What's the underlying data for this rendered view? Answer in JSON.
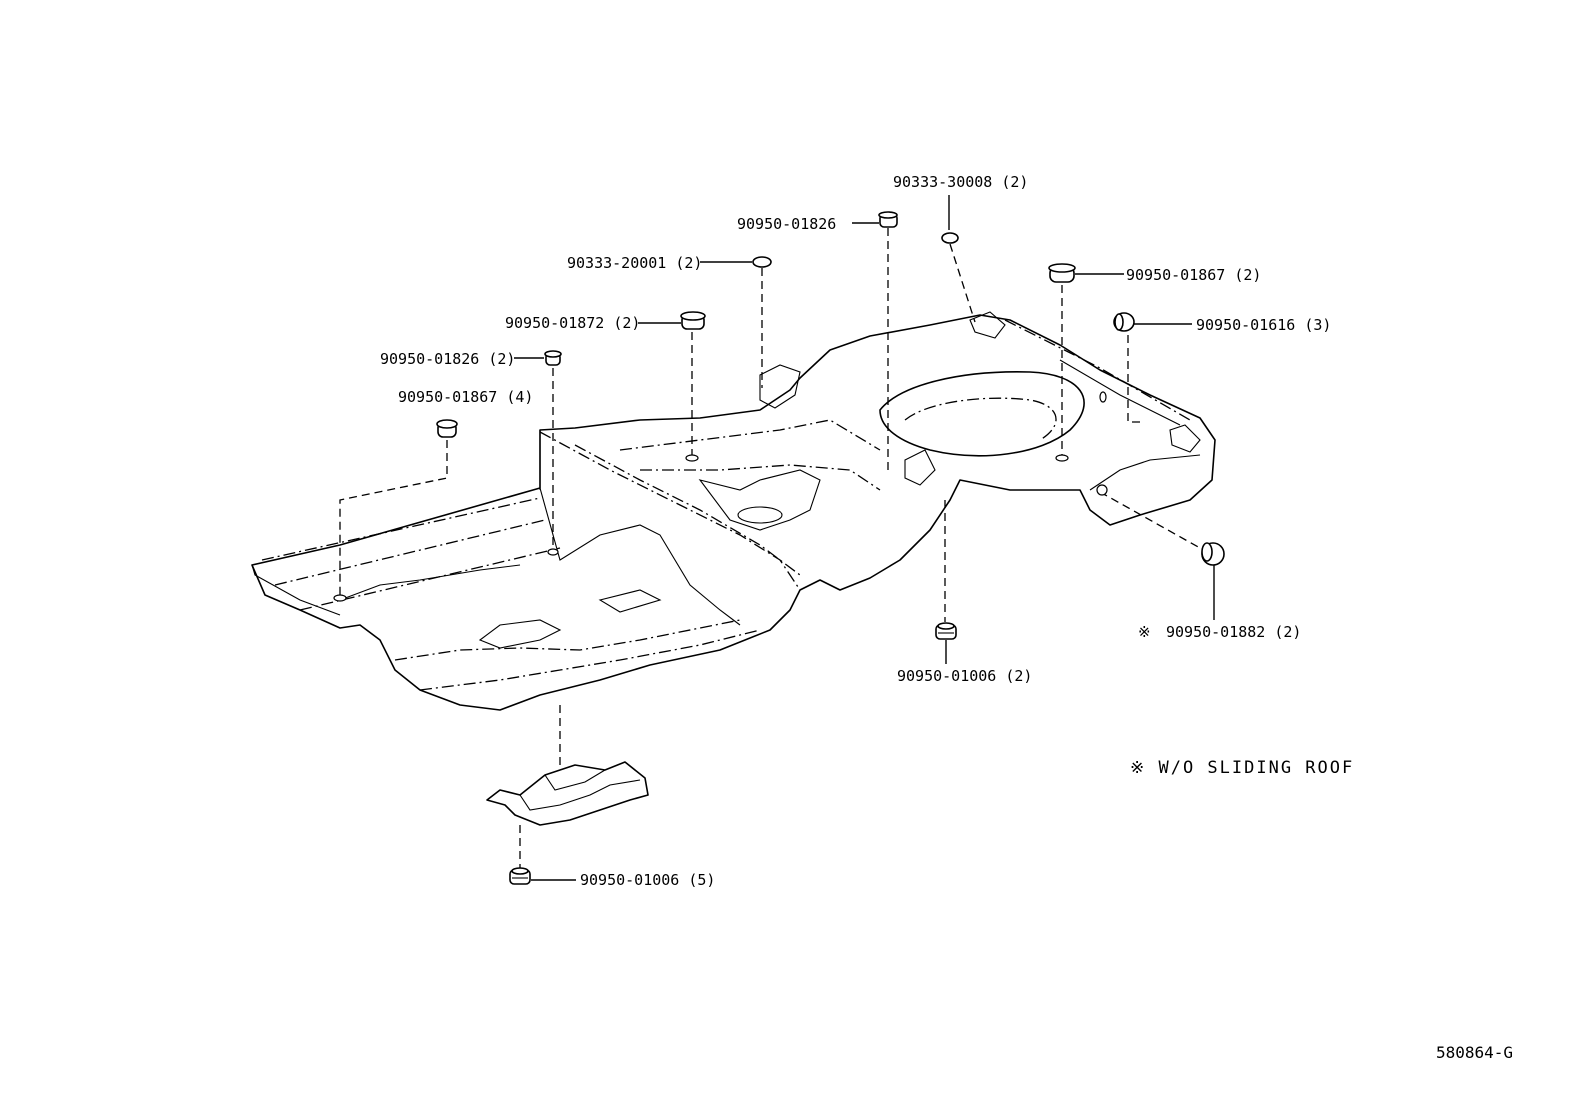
{
  "labels": {
    "p1": "90333-30008 (2)",
    "p2": "90950-01826",
    "p3": "90333-20001 (2)",
    "p4": "90950-01867 (2)",
    "p5": "90950-01616 (3)",
    "p6": "90950-01872 (2)",
    "p7": "90950-01826 (2)",
    "p8": "90950-01867 (4)",
    "p9": "90950-01882 (2)",
    "p10": "90950-01006 (2)",
    "p11": "90950-01006 (5)"
  },
  "note": {
    "symbol": "※",
    "text": "※  W/O SLIDING ROOF"
  },
  "reference": "580864-G"
}
